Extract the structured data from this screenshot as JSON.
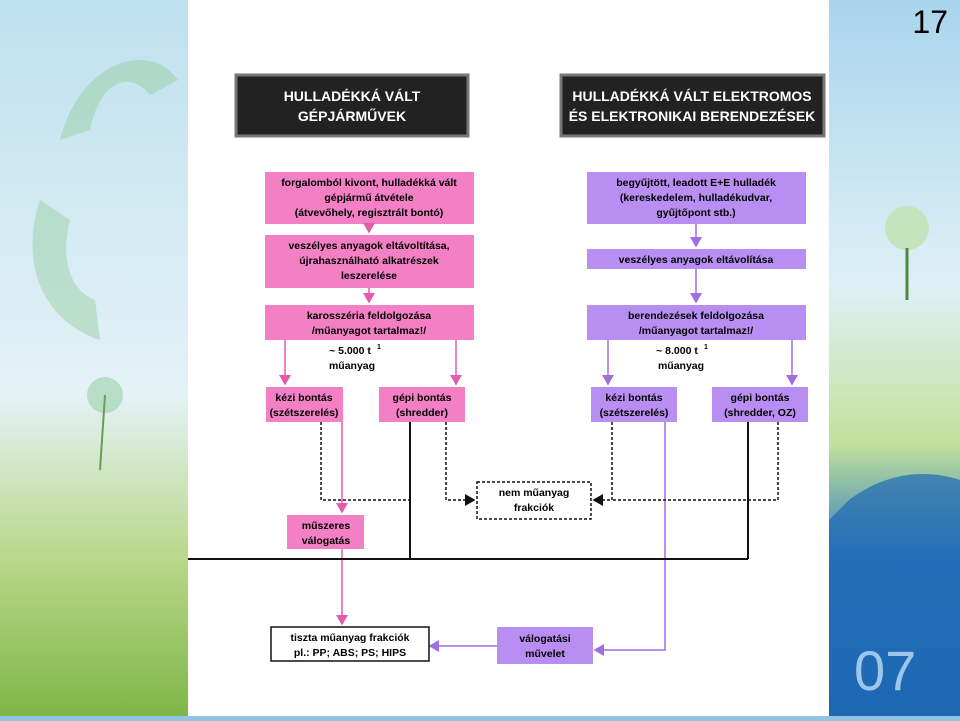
{
  "slide": {
    "number": "17",
    "watermark": "07"
  },
  "left": {
    "header": [
      "HULLADÉKKÁ VÁLT",
      "GÉPJÁRMŰVEK"
    ],
    "box1": [
      "forgalomból kivont, hulladékká vált",
      "gépjármű átvétele",
      "(átvevőhely, regisztrált bontó)"
    ],
    "box2": [
      "veszélyes anyagok eltávoltítása,",
      "újrahasználható alkatrészek",
      "leszerelése"
    ],
    "box3": [
      "karosszéria feldolgozása",
      "/műanyagot tartalmaz!/"
    ],
    "amount": "~ 5.000 t",
    "amount_sup": "1",
    "amount_unit": "műanyag",
    "manual": [
      "kézi bontás",
      "(szétszerelés)"
    ],
    "machine": [
      "gépi bontás",
      "(shredder)"
    ],
    "sorting": [
      "műszeres",
      "válogatás"
    ]
  },
  "right": {
    "header": [
      "HULLADÉKKÁ VÁLT ELEKTROMOS",
      "ÉS ELEKTRONIKAI BERENDEZÉSEK"
    ],
    "box1": [
      "begyűjtött, leadott E+E hulladék",
      "(kereskedelem, hulladékudvar,",
      "gyűjtőpont stb.)"
    ],
    "box2": [
      "veszélyes anyagok eltávolítása"
    ],
    "box3": [
      "berendezések feldolgozása",
      "/műanyagot tartalmaz!/"
    ],
    "amount": "~ 8.000 t",
    "amount_sup": "1",
    "amount_unit": "műanyag",
    "manual": [
      "kézi bontás",
      "(szétszerelés)"
    ],
    "machine": [
      "gépi bontás",
      "(shredder, OZ)"
    ],
    "sorting": [
      "válogatási",
      "művelet"
    ]
  },
  "center": {
    "nonplastic": [
      "nem műanyag",
      "frakciók"
    ],
    "result": [
      "tiszta műanyag frakciók",
      "pl.: PP; ABS; PS; HIPS"
    ]
  },
  "colors": {
    "pink": "#f37fc4",
    "pink_line": "#e65aa9",
    "purple": "#b98ef2",
    "purple_line": "#9f6fe2",
    "header_bg": "#222222"
  }
}
